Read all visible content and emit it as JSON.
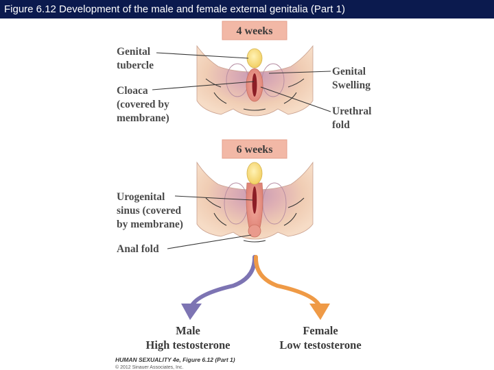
{
  "header": {
    "title": "Figure 6.12 Development of the male and female external genitalia (Part 1)"
  },
  "stages": {
    "week4": "4 weeks",
    "week6": "6 weeks"
  },
  "labels": {
    "genital_tubercle": [
      "Genital",
      "tubercle"
    ],
    "genital_swelling": [
      "Genital",
      "Swelling"
    ],
    "cloaca": [
      "Cloaca",
      "(covered by",
      "membrane)"
    ],
    "urethral_fold": [
      "Urethral",
      "fold"
    ],
    "urogenital_sinus": [
      "Urogenital",
      "sinus (covered",
      "by membrane)"
    ],
    "anal_fold": [
      "Anal fold"
    ]
  },
  "outcomes": {
    "male": {
      "name": "Male",
      "condition": "High testosterone"
    },
    "female": {
      "name": "Female",
      "condition": "Low testosterone"
    }
  },
  "credit": {
    "book": "HUMAN SEXUALITY 4e, Figure 6.12 (Part 1)",
    "copyright": "© 2012 Sinauer Associates, Inc."
  },
  "colors": {
    "header_bg": "#0b1a4e",
    "stage_box": "#f2b8a6",
    "skin": "#f0cdb4",
    "tubercle": "#f8e28a",
    "fold": "#e8958a",
    "male_arrow": "#7d74b3",
    "female_arrow": "#ef9a46"
  }
}
